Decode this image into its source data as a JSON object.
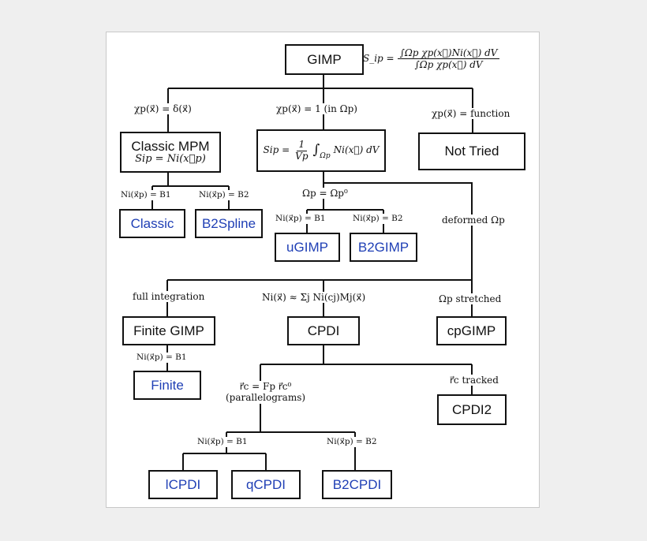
{
  "root": {
    "label": "GIMP",
    "formula_lhs": "S_ip =",
    "formula_num": "∫Ωp χp(x⃗)Ni(x⃗) dV",
    "formula_den": "∫Ωp χp(x⃗) dV"
  },
  "level1": {
    "edge_left": "χp(x⃗) = δ(x⃗)",
    "edge_mid": "χp(x⃗) = 1 (in Ωp)",
    "edge_right": "χp(x⃗) = function",
    "classic_mpm": {
      "label": "Classic MPM",
      "sub": "Sip = Ni(x⃗p)"
    },
    "mid_box": {
      "lhs": "Sip =",
      "frac_num": "1",
      "frac_den": "Vp",
      "integral": "∫",
      "integral_sub": "Ωp",
      "rhs": "Ni(x⃗) dV"
    },
    "not_tried": {
      "label": "Not Tried"
    }
  },
  "classic_children": {
    "edge_b1": "Ni(x⃗p) = B1",
    "edge_b2": "Ni(x⃗p) = B2",
    "classic": "Classic",
    "b2spline": "B2Spline"
  },
  "mid_children": {
    "edge_omega": "Ωp = Ωp⁰",
    "edge_b1": "Ni(x⃗p) = B1",
    "edge_b2": "Ni(x⃗p) = B2",
    "ugimp": "uGIMP",
    "b2gimp": "B2GIMP",
    "edge_deformed": "deformed Ωp"
  },
  "level2": {
    "edge_full": "full integration",
    "edge_cpdi": "Ni(x⃗) ≈ Σj Ni(cj)Mj(x⃗)",
    "edge_stretched": "Ωp stretched",
    "finite_gimp": "Finite GIMP",
    "cpdi": "CPDI",
    "cpgimp": "cpGIMP",
    "edge_finite_b1": "Ni(x⃗p) = B1",
    "finite": "Finite"
  },
  "level3": {
    "edge_parallel_1": "r⃗c = Fp r⃗c⁰",
    "edge_parallel_2": "(parallelograms)",
    "edge_tracked": "r⃗c tracked",
    "cpdi2": "CPDI2",
    "edge_b1": "Ni(x⃗p) = B1",
    "edge_b2": "Ni(x⃗p) = B2",
    "lcpdi": "lCPDI",
    "qcpdi": "qCPDI",
    "b2cpdi": "B2CPDI"
  },
  "colors": {
    "leaf_text": "#1f3fb5",
    "line": "#111111",
    "panel": "#ffffff",
    "background": "#efefef"
  }
}
